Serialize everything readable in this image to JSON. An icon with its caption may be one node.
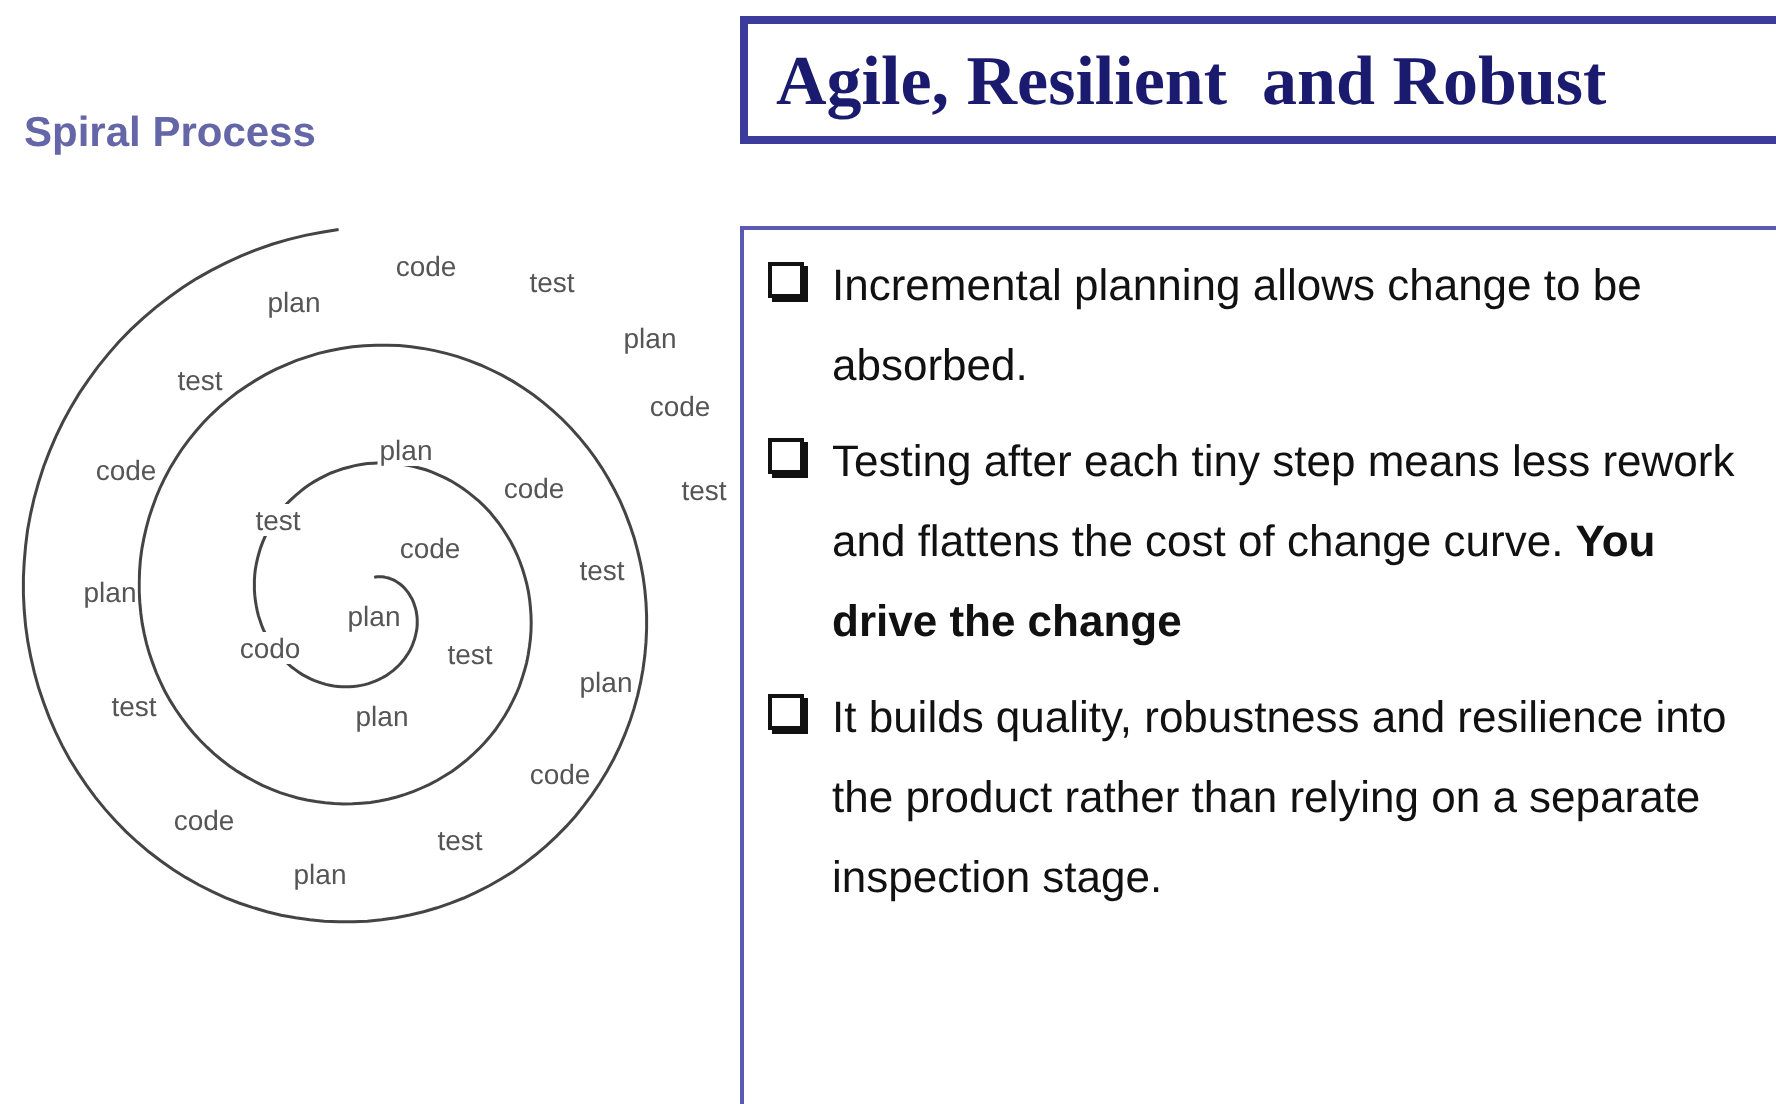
{
  "diagram": {
    "title": "Agile, Resilient  and Robust",
    "nodes": [
      {
        "text": [
          "Incremental planning allows change to be absorbed.",
          "Testing after each tiny step means less rework and flattens the cost of change curve. **You drive the change**",
          "It builds quality, robustness and resilience into the product rather than relying on a separate inspection stage."
        ]
      }
    ],
    "labels": [
      "Spiral Process",
      "code",
      "test",
      "plan",
      "plan",
      "test",
      "code",
      "plan",
      "code",
      "code",
      "test",
      "test",
      "code",
      "test",
      "plan",
      "plan",
      "codo",
      "test",
      "plan",
      "test",
      "plan",
      "code",
      "code",
      "test",
      "plan"
    ]
  }
}
